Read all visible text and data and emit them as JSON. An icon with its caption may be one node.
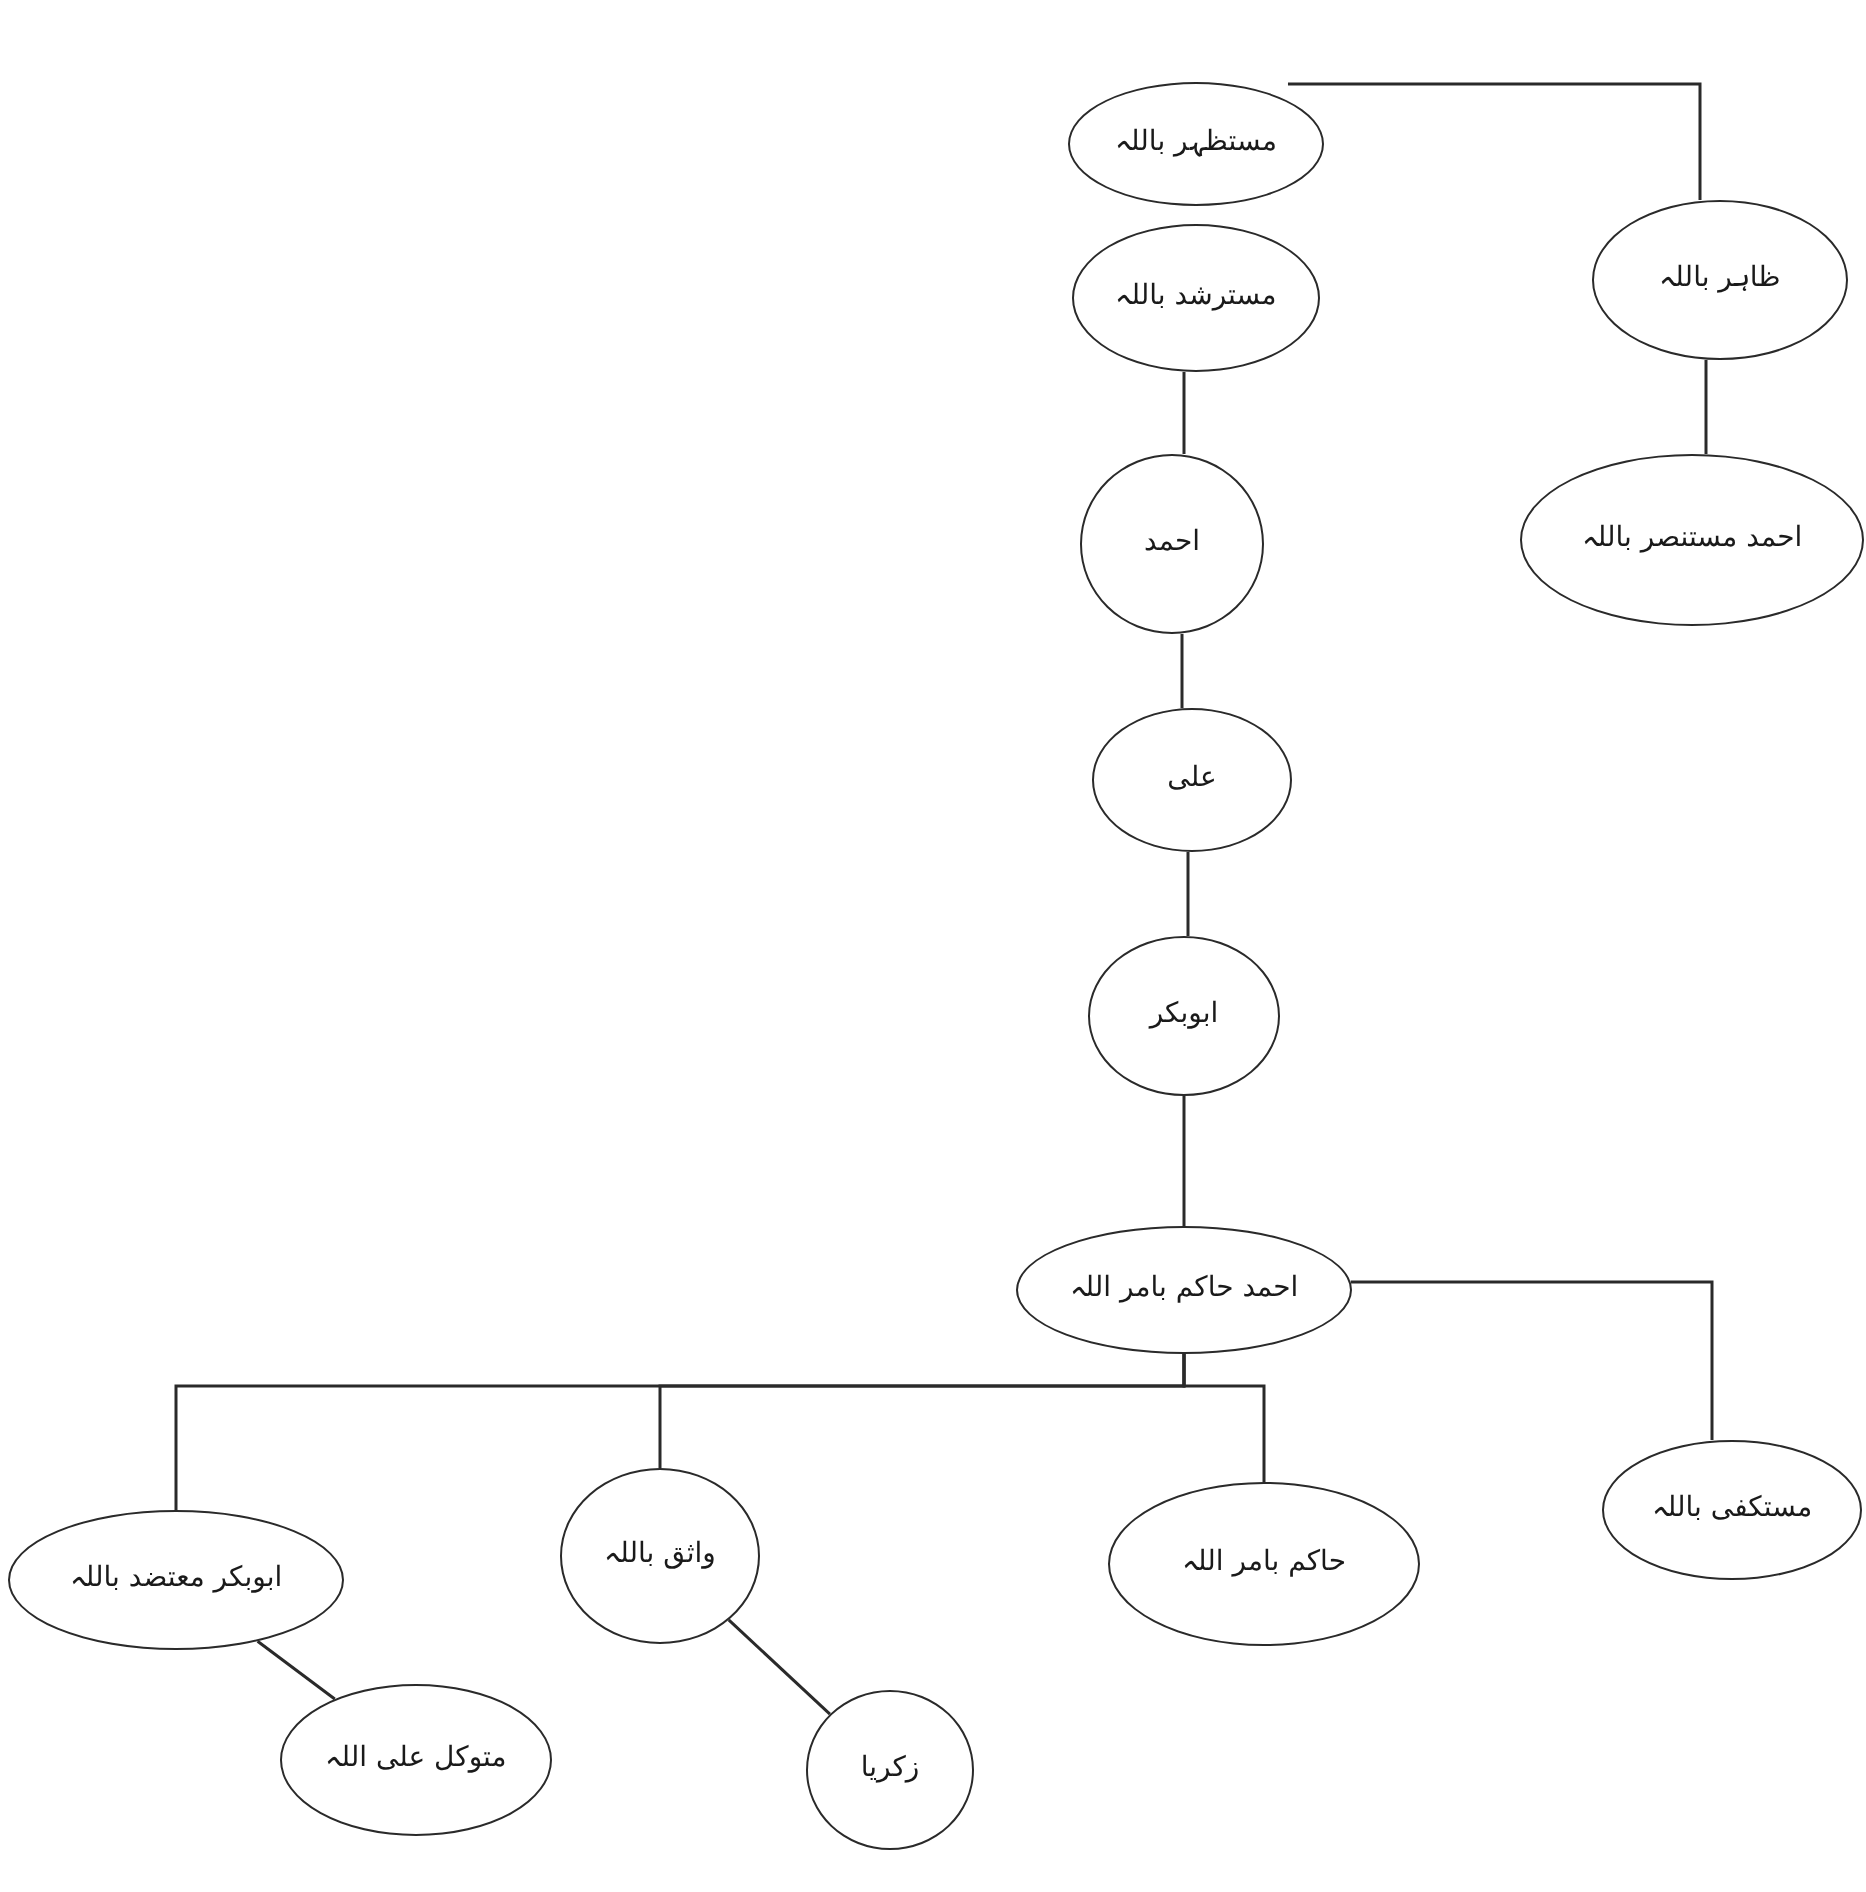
{
  "diagram": {
    "nodes": [
      {
        "text": [
          "مستظہر باللہ"
        ]
      },
      {
        "text": [
          "ظاہر باللہ"
        ]
      },
      {
        "text": [
          "مسترشد باللہ"
        ]
      },
      {
        "text": [
          "احمد مستنصر باللہ"
        ]
      },
      {
        "text": [
          "احمد"
        ]
      },
      {
        "text": [
          "علی"
        ]
      },
      {
        "text": [
          "ابوبکر"
        ]
      },
      {
        "text": [
          "احمد حاکم بامر اللہ"
        ]
      },
      {
        "text": [
          "مستکفی باللہ"
        ]
      },
      {
        "text": [
          "ابوبکر معتضد باللہ"
        ]
      },
      {
        "text": [
          "واثق باللہ"
        ]
      },
      {
        "text": [
          "حاکم بامر اللہ"
        ]
      },
      {
        "text": [
          "متوکل علی اللہ"
        ]
      },
      {
        "text": [
          "زکریا"
        ]
      }
    ],
    "edges": [
      {
        "from": 0,
        "to": 1,
        "arrow": "none"
      },
      {
        "from": 1,
        "to": 3,
        "arrow": "none"
      },
      {
        "from": 2,
        "to": 4,
        "arrow": "none"
      },
      {
        "from": 4,
        "to": 5,
        "arrow": "none"
      },
      {
        "from": 5,
        "to": 6,
        "arrow": "none"
      },
      {
        "from": 6,
        "to": 7,
        "arrow": "none"
      },
      {
        "from": 7,
        "to": 8,
        "arrow": "none"
      },
      {
        "from": 7,
        "to": 9,
        "arrow": "none"
      },
      {
        "from": 7,
        "to": 10,
        "arrow": "none"
      },
      {
        "from": 7,
        "to": 11,
        "arrow": "none"
      },
      {
        "from": 9,
        "to": 12,
        "arrow": "none"
      },
      {
        "from": 10,
        "to": 13,
        "arrow": "none"
      }
    ]
  }
}
